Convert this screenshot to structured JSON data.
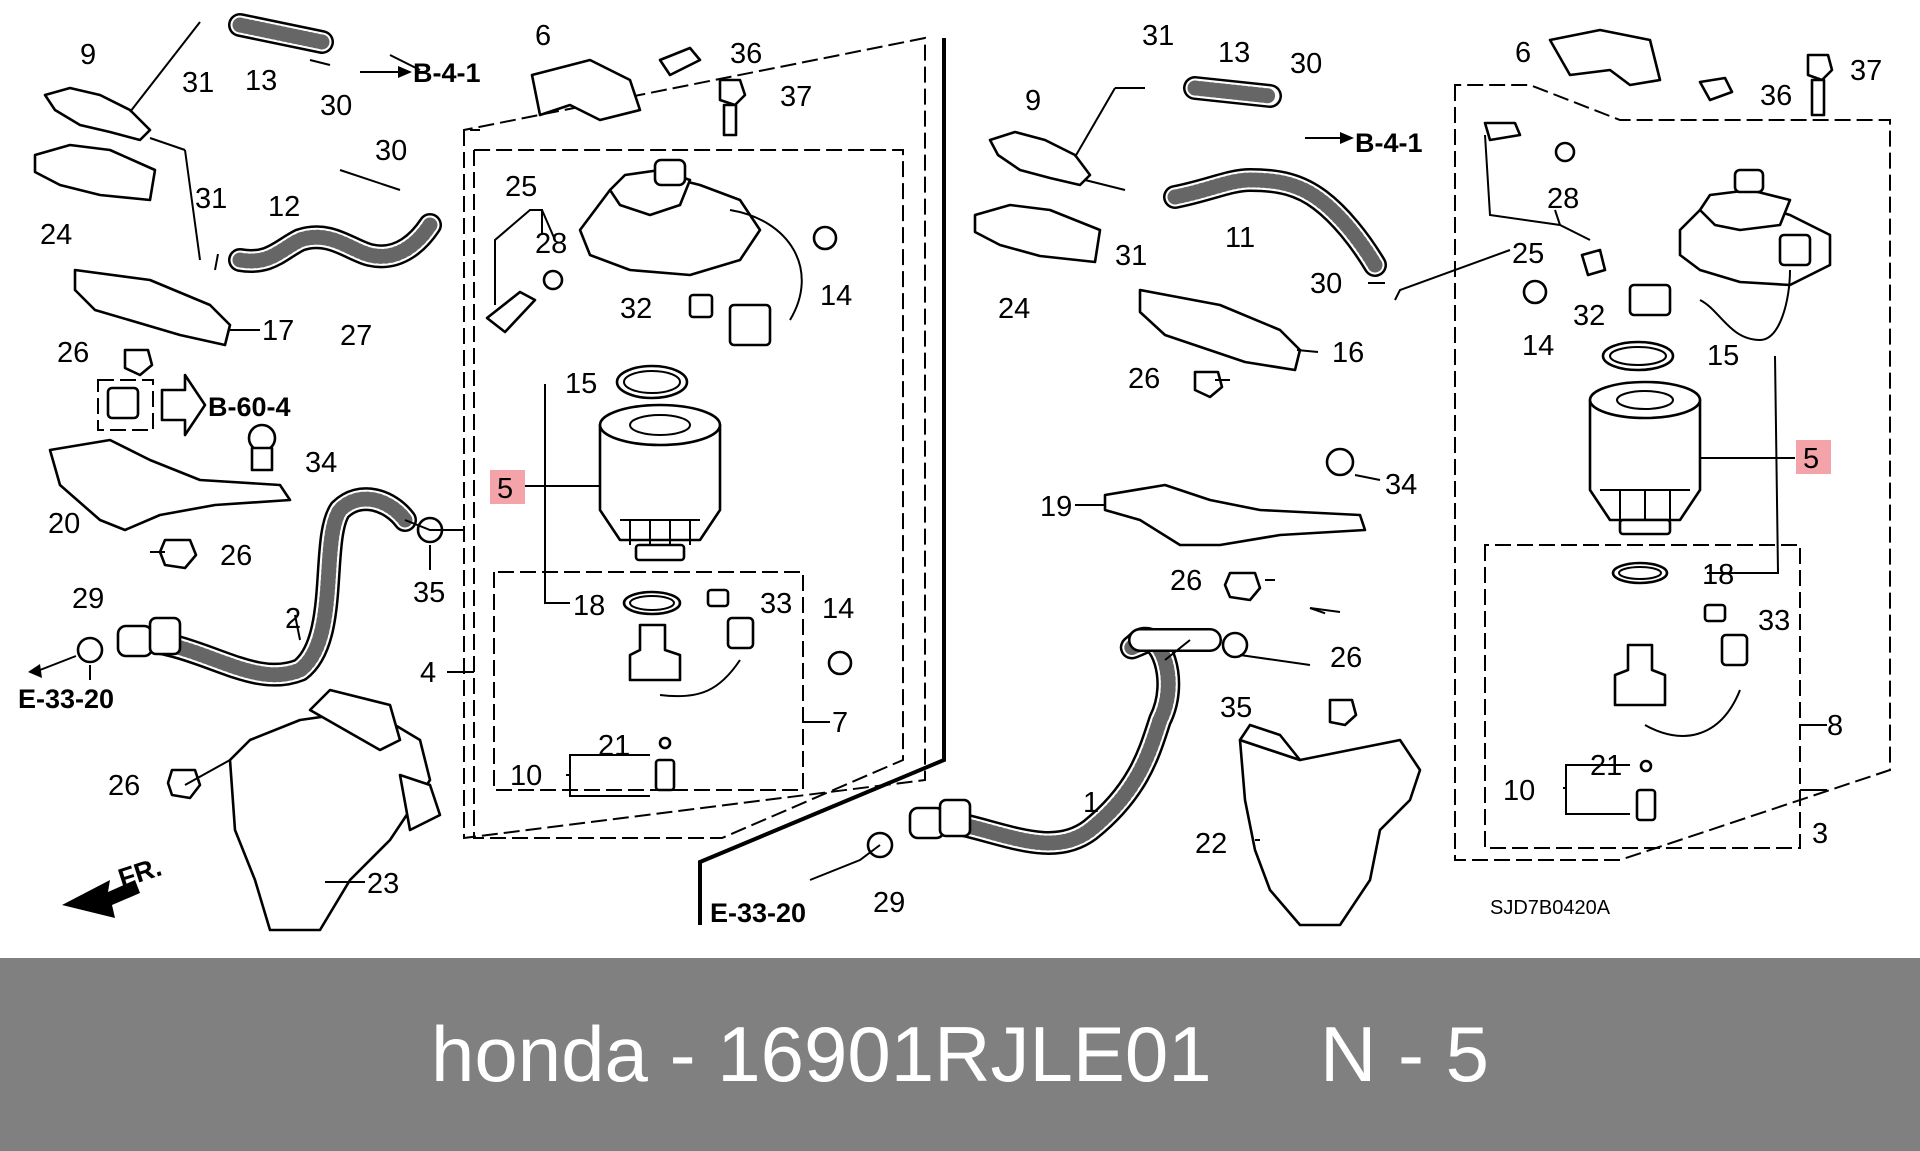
{
  "caption": {
    "text": "honda - 16901RJLE01     N - 5",
    "brand": "honda",
    "part_number": "16901RJLE01",
    "callout": "N - 5"
  },
  "diagram": {
    "code": "SJD7B0420A",
    "refs": {
      "b41": "B-4-1",
      "b604": "B-60-4",
      "e3320": "E-33-20",
      "fr": "FR."
    },
    "left_labels": [
      "9",
      "31",
      "13",
      "30",
      "6",
      "36",
      "37",
      "31",
      "12",
      "30",
      "25",
      "28",
      "14",
      "32",
      "24",
      "17",
      "27",
      "26",
      "15",
      "5",
      "34",
      "20",
      "26",
      "35",
      "18",
      "33",
      "14",
      "29",
      "2",
      "4",
      "7",
      "21",
      "10",
      "26",
      "23"
    ],
    "right_labels": [
      "31",
      "13",
      "30",
      "9",
      "6",
      "36",
      "37",
      "28",
      "31",
      "11",
      "30",
      "25",
      "14",
      "32",
      "24",
      "16",
      "26",
      "15",
      "5",
      "34",
      "19",
      "26",
      "18",
      "33",
      "26",
      "35",
      "8",
      "21",
      "10",
      "1",
      "29",
      "22",
      "3"
    ],
    "highlight": "5",
    "colors": {
      "highlight": "#f4a3a8",
      "caption_bar": "#808080",
      "caption_text": "#ffffff"
    }
  }
}
